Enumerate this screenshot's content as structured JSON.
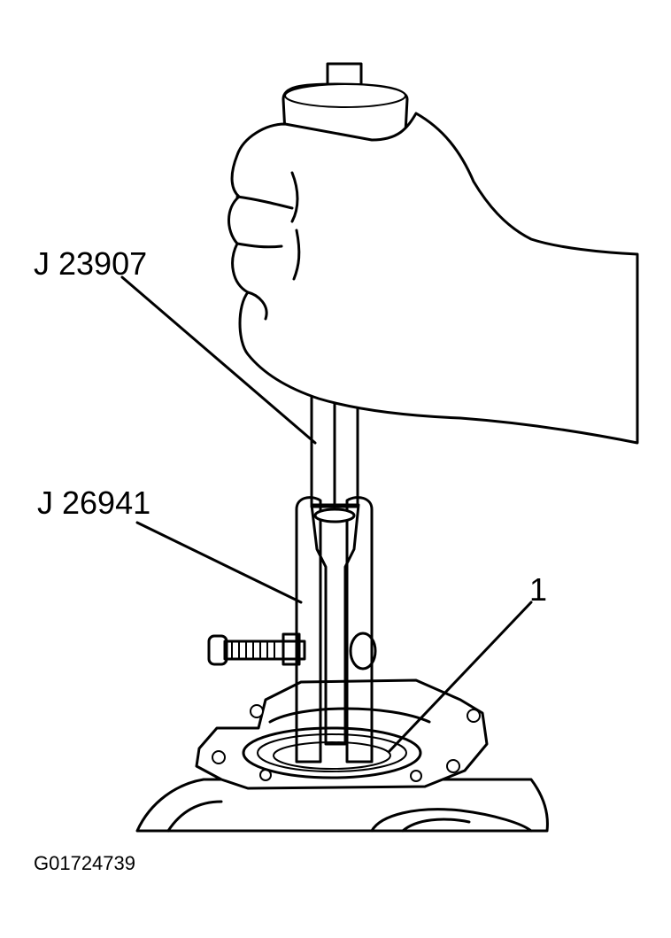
{
  "callouts": {
    "tool_a": "J 23907",
    "tool_b": "J 26941",
    "item_1": "1"
  },
  "figure_id": "G01724739",
  "colors": {
    "ink": "#000000",
    "stipple": "#d9d9d9",
    "background": "#ffffff"
  }
}
